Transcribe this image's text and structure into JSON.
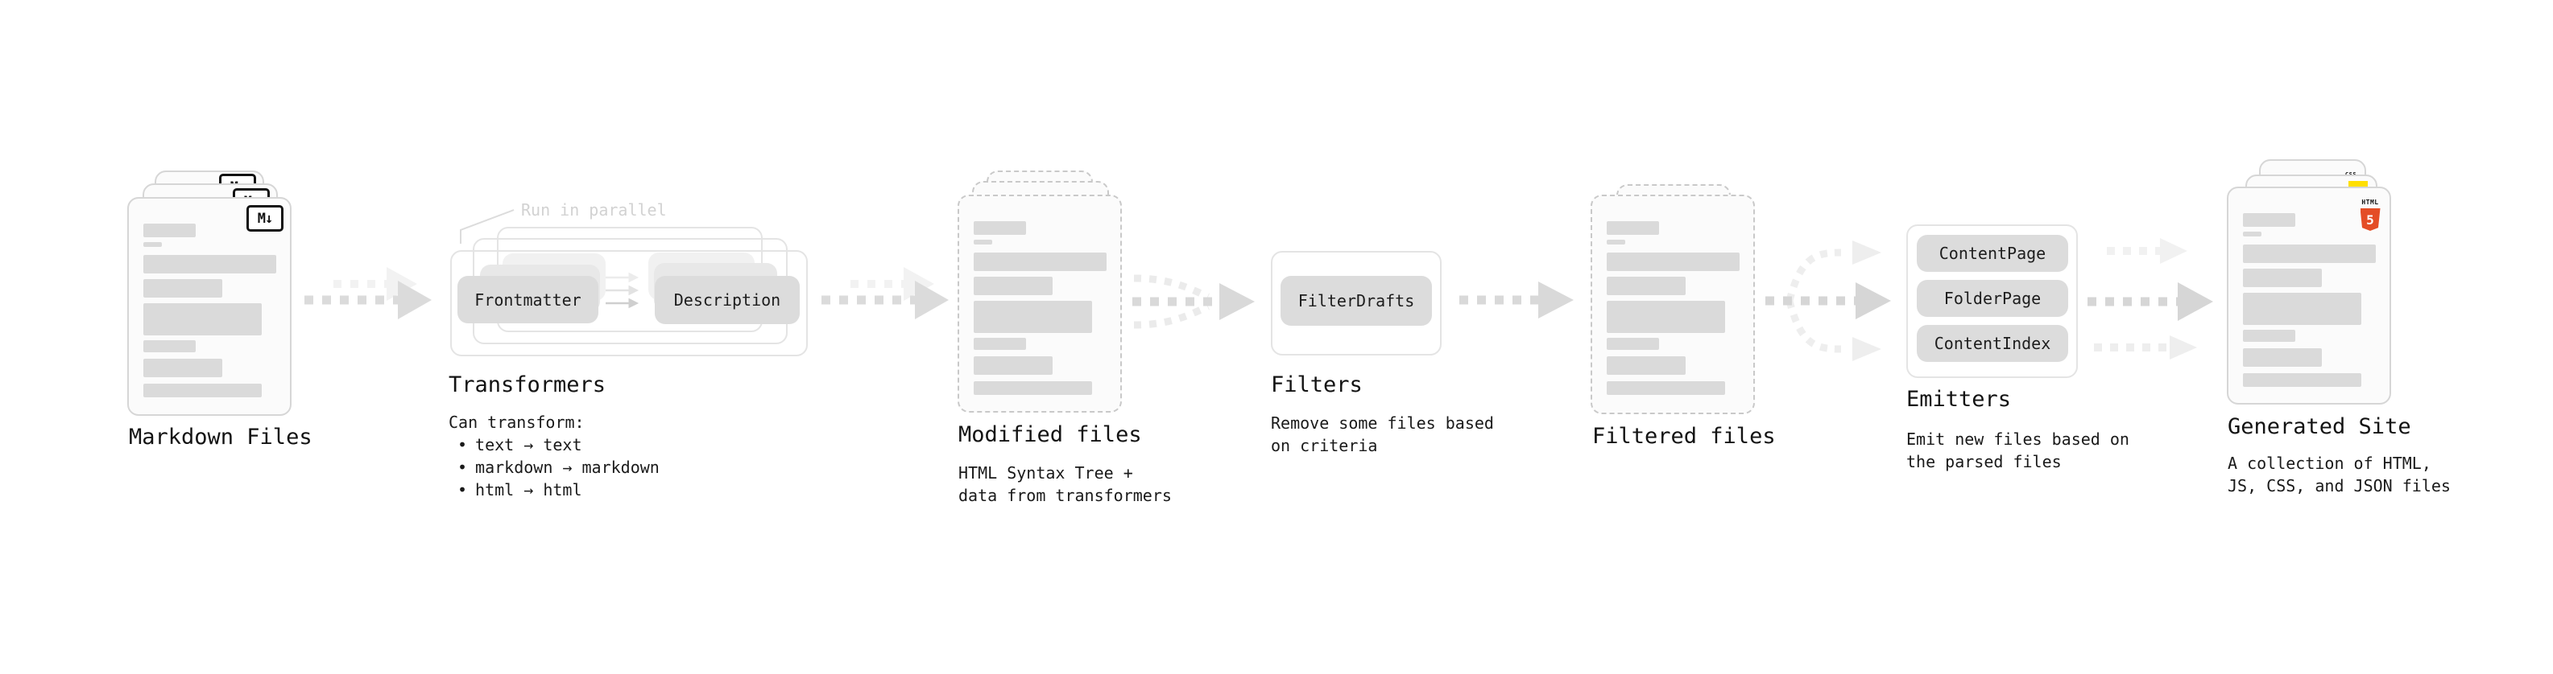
{
  "stages": {
    "markdown_files": {
      "title": "Markdown Files"
    },
    "transformers": {
      "title": "Transformers",
      "annotation": "Run in parallel",
      "pill_left": "Frontmatter",
      "pill_right": "Description",
      "can_transform_heading": "Can transform:",
      "bullet_char": "•",
      "bullets": [
        "text → text",
        "markdown → markdown",
        "html → html"
      ]
    },
    "modified_files": {
      "title": "Modified files",
      "subtitle_lines": [
        "HTML Syntax Tree +",
        "data from transformers"
      ]
    },
    "filters": {
      "title": "Filters",
      "pill": "FilterDrafts",
      "subtitle_lines": [
        "Remove some files based",
        "on criteria"
      ]
    },
    "filtered_files": {
      "title": "Filtered files"
    },
    "emitters": {
      "title": "Emitters",
      "pills": [
        "ContentPage",
        "FolderPage",
        "ContentIndex"
      ],
      "subtitle_lines": [
        "Emit new files based on",
        "the parsed files"
      ]
    },
    "generated_site": {
      "title": "Generated Site",
      "subtitle_lines": [
        "A collection of HTML,",
        "JS, CSS, and JSON files"
      ]
    }
  },
  "icons": {
    "markdown": "M↓",
    "html5_wordmark": "HTML",
    "html5_five": "5",
    "css_wordmark": "CSS"
  },
  "colors": {
    "html5_orange": "#e44d26",
    "js_yellow": "#ffdf00",
    "css_blue": "#2862e9",
    "arrow_gray": "#d9d9d9",
    "arrow_light": "#eeeeee"
  }
}
